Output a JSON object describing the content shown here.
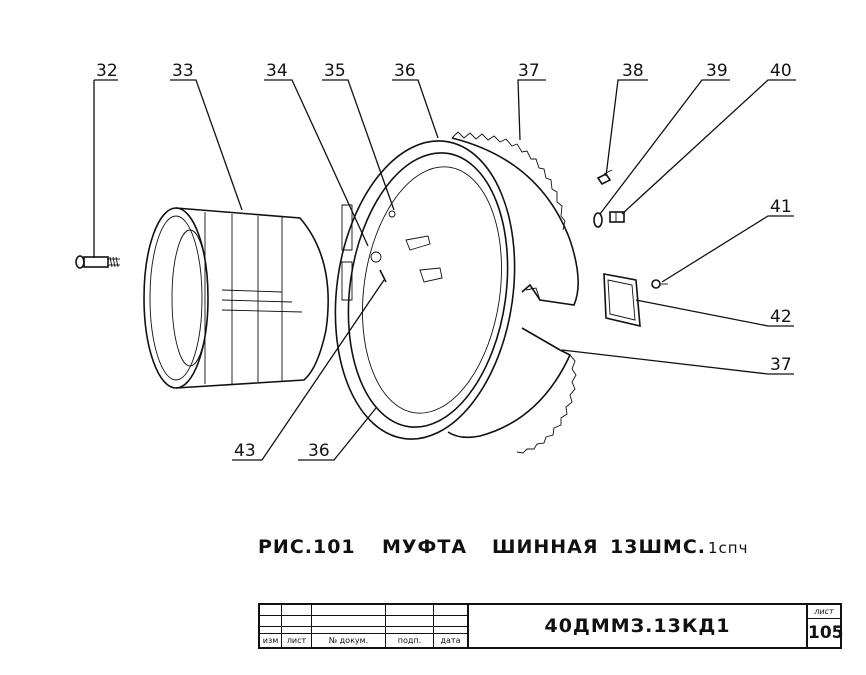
{
  "callouts": [
    {
      "id": "32",
      "text": "32"
    },
    {
      "id": "33",
      "text": "33"
    },
    {
      "id": "34",
      "text": "34"
    },
    {
      "id": "35",
      "text": "35"
    },
    {
      "id": "36a",
      "text": "36"
    },
    {
      "id": "37a",
      "text": "37"
    },
    {
      "id": "38",
      "text": "38"
    },
    {
      "id": "39",
      "text": "39"
    },
    {
      "id": "40",
      "text": "40"
    },
    {
      "id": "41",
      "text": "41"
    },
    {
      "id": "42",
      "text": "42"
    },
    {
      "id": "37b",
      "text": "37"
    },
    {
      "id": "43",
      "text": "43"
    },
    {
      "id": "36b",
      "text": "36"
    }
  ],
  "caption": {
    "figure": "РИС.101",
    "name_word1": "МУФТА",
    "name_word2": "ШИННАЯ",
    "model": "13ШМС.",
    "suffix": "1спч"
  },
  "title_block": {
    "designation": "40ДММЗ.13КД1",
    "col_izm": "изм",
    "col_list": "лист",
    "col_doc": "№ докум.",
    "col_podp": "подп.",
    "col_data": "дата",
    "sheet_label": "лист",
    "sheet_number": "105"
  }
}
